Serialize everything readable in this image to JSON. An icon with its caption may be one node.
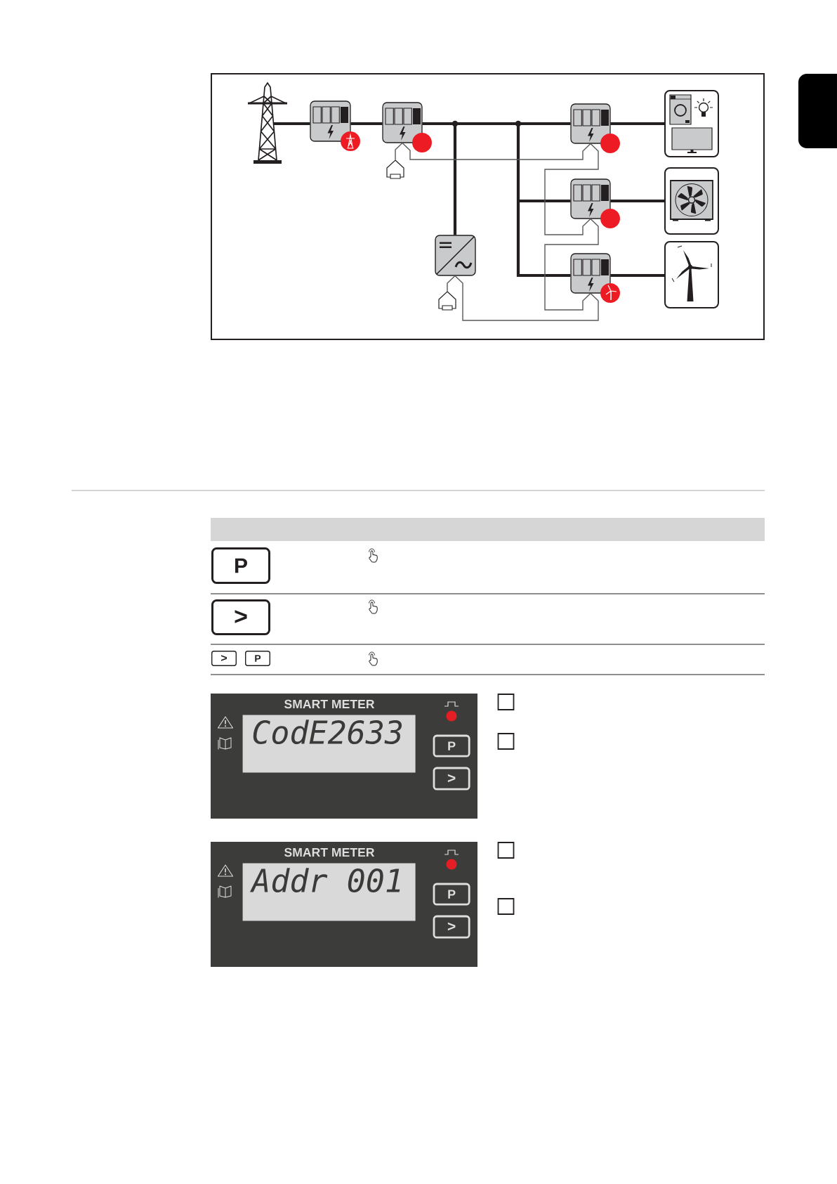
{
  "diagram": {
    "nodes": [
      {
        "text": [],
        "shape": "picture"
      },
      {
        "text": [],
        "shape": "picture"
      },
      {
        "text": [],
        "shape": "picture"
      },
      {
        "text": [],
        "shape": "box"
      },
      {
        "text": [],
        "shape": "picture"
      },
      {
        "text": [],
        "shape": "box"
      },
      {
        "text": [],
        "shape": "picture"
      },
      {
        "text": [],
        "shape": "picture"
      },
      {
        "text": [],
        "shape": "picture"
      },
      {
        "text": [],
        "shape": "picture"
      },
      {
        "text": [],
        "shape": "picture"
      },
      {
        "text": [],
        "shape": "picture"
      },
      {
        "text": [
          "P"
        ]
      },
      {
        "text": [
          ">"
        ]
      },
      {
        "text": [
          ">"
        ]
      },
      {
        "text": [
          "P"
        ]
      },
      {
        "text": [
          "SMART METER"
        ]
      },
      {
        "text": [
          "CodE2633"
        ],
        "in": 16
      },
      {
        "text": [
          "P"
        ],
        "in": 16
      },
      {
        "text": [
          ">"
        ],
        "in": 16
      },
      {
        "text": [
          "SMART METER"
        ]
      },
      {
        "text": [
          "Addr 001"
        ],
        "in": 20
      },
      {
        "text": [
          "P"
        ],
        "in": 20
      },
      {
        "text": [
          ">"
        ],
        "in": 20
      }
    ],
    "edges": [
      {
        "from": 0,
        "to": 1,
        "arrow": "none"
      },
      {
        "from": 1,
        "to": 2,
        "arrow": "none"
      },
      {
        "from": 2,
        "to": 4,
        "arrow": "none"
      },
      {
        "from": 2,
        "to": 6,
        "arrow": "none"
      },
      {
        "from": 2,
        "to": 8,
        "arrow": "none"
      },
      {
        "from": 2,
        "to": 10,
        "arrow": "none"
      },
      {
        "from": 6,
        "to": 7,
        "arrow": "none"
      },
      {
        "from": 8,
        "to": 9,
        "arrow": "none"
      },
      {
        "from": 10,
        "to": 11,
        "arrow": "none"
      },
      {
        "from": 2,
        "to": 3,
        "arrow": "none",
        "color": "#58595b"
      },
      {
        "from": 2,
        "to": 6,
        "arrow": "none",
        "color": "#58595b"
      },
      {
        "from": 6,
        "to": 8,
        "arrow": "none",
        "color": "#58595b"
      },
      {
        "from": 8,
        "to": 10,
        "arrow": "none",
        "color": "#58595b"
      },
      {
        "from": 10,
        "to": 4,
        "arrow": "none",
        "color": "#58595b"
      },
      {
        "from": 4,
        "to": 5,
        "arrow": "none",
        "color": "#58595b"
      }
    ]
  }
}
